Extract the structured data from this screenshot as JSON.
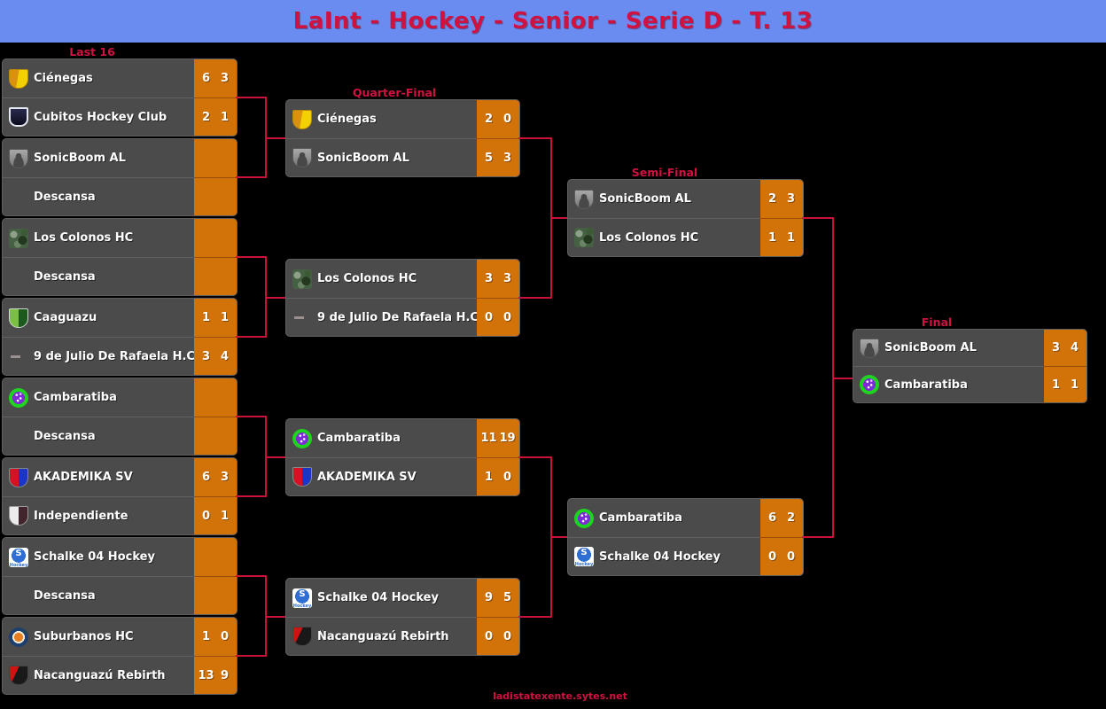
{
  "header": {
    "title": "LaInt - Hockey - Senior - Serie D - T. 13"
  },
  "footer": {
    "site_url": "ladistatexente.sytes.net"
  },
  "colors": {
    "header_bg": "#6a8cf0",
    "accent_red": "#cf1240",
    "connector_red": "#c81238",
    "row_bg": "#4b4b4b",
    "score_bg": "#d2730a",
    "text": "#ffffff",
    "page_bg": "#000000"
  },
  "rounds": {
    "last16": {
      "label": "Last 16",
      "matches": [
        {
          "t1": {
            "name": "Ciénegas",
            "logo": "cienegas",
            "s1": "6",
            "s2": "3"
          },
          "t2": {
            "name": "Cubitos Hockey Club",
            "logo": "cubitos",
            "s1": "2",
            "s2": "1"
          }
        },
        {
          "t1": {
            "name": "SonicBoom AL",
            "logo": "sonicboom",
            "s1": "",
            "s2": ""
          },
          "t2": {
            "name": "Descansa",
            "logo": "none",
            "s1": "",
            "s2": ""
          }
        },
        {
          "t1": {
            "name": "Los Colonos HC",
            "logo": "colonos",
            "s1": "",
            "s2": ""
          },
          "t2": {
            "name": "Descansa",
            "logo": "none",
            "s1": "",
            "s2": ""
          }
        },
        {
          "t1": {
            "name": "Caaguazu",
            "logo": "caaguazu",
            "s1": "1",
            "s2": "1"
          },
          "t2": {
            "name": "9 de Julio De Rafaela H.C",
            "logo": "dash9julio",
            "s1": "3",
            "s2": "4"
          }
        },
        {
          "t1": {
            "name": "Cambaratiba",
            "logo": "cambaratiba",
            "s1": "",
            "s2": ""
          },
          "t2": {
            "name": "Descansa",
            "logo": "none",
            "s1": "",
            "s2": ""
          }
        },
        {
          "t1": {
            "name": "AKADEMIKA SV",
            "logo": "akademika",
            "s1": "6",
            "s2": "3"
          },
          "t2": {
            "name": "Independiente",
            "logo": "independiente",
            "s1": "0",
            "s2": "1"
          }
        },
        {
          "t1": {
            "name": "Schalke 04 Hockey",
            "logo": "schalke",
            "s1": "",
            "s2": ""
          },
          "t2": {
            "name": "Descansa",
            "logo": "none",
            "s1": "",
            "s2": ""
          }
        },
        {
          "t1": {
            "name": "Suburbanos HC",
            "logo": "suburbanos",
            "s1": "1",
            "s2": "0"
          },
          "t2": {
            "name": "Ñacanguazú Rebirth",
            "logo": "nacanguazu",
            "s1": "13",
            "s2": "9"
          }
        }
      ]
    },
    "quarterfinal": {
      "label": "Quarter-Final",
      "matches": [
        {
          "t1": {
            "name": "Ciénegas",
            "logo": "cienegas",
            "s1": "2",
            "s2": "0"
          },
          "t2": {
            "name": "SonicBoom AL",
            "logo": "sonicboom",
            "s1": "5",
            "s2": "3"
          }
        },
        {
          "t1": {
            "name": "Los Colonos HC",
            "logo": "colonos",
            "s1": "3",
            "s2": "3"
          },
          "t2": {
            "name": "9 de Julio De Rafaela H.C",
            "logo": "dash9julio",
            "s1": "0",
            "s2": "0"
          }
        },
        {
          "t1": {
            "name": "Cambaratiba",
            "logo": "cambaratiba",
            "s1": "11",
            "s2": "19"
          },
          "t2": {
            "name": "AKADEMIKA SV",
            "logo": "akademika",
            "s1": "1",
            "s2": "0"
          }
        },
        {
          "t1": {
            "name": "Schalke 04 Hockey",
            "logo": "schalke",
            "s1": "9",
            "s2": "5"
          },
          "t2": {
            "name": "Ñacanguazú Rebirth",
            "logo": "nacanguazu",
            "s1": "0",
            "s2": "0"
          }
        }
      ]
    },
    "semifinal": {
      "label": "Semi-Final",
      "matches": [
        {
          "t1": {
            "name": "SonicBoom AL",
            "logo": "sonicboom",
            "s1": "2",
            "s2": "3"
          },
          "t2": {
            "name": "Los Colonos HC",
            "logo": "colonos",
            "s1": "1",
            "s2": "1"
          }
        },
        {
          "t1": {
            "name": "Cambaratiba",
            "logo": "cambaratiba",
            "s1": "6",
            "s2": "2"
          },
          "t2": {
            "name": "Schalke 04 Hockey",
            "logo": "schalke",
            "s1": "0",
            "s2": "0"
          }
        }
      ]
    },
    "final": {
      "label": "Final",
      "matches": [
        {
          "t1": {
            "name": "SonicBoom AL",
            "logo": "sonicboom",
            "s1": "3",
            "s2": "4"
          },
          "t2": {
            "name": "Cambaratiba",
            "logo": "cambaratiba",
            "s1": "1",
            "s2": "1"
          }
        }
      ]
    }
  }
}
